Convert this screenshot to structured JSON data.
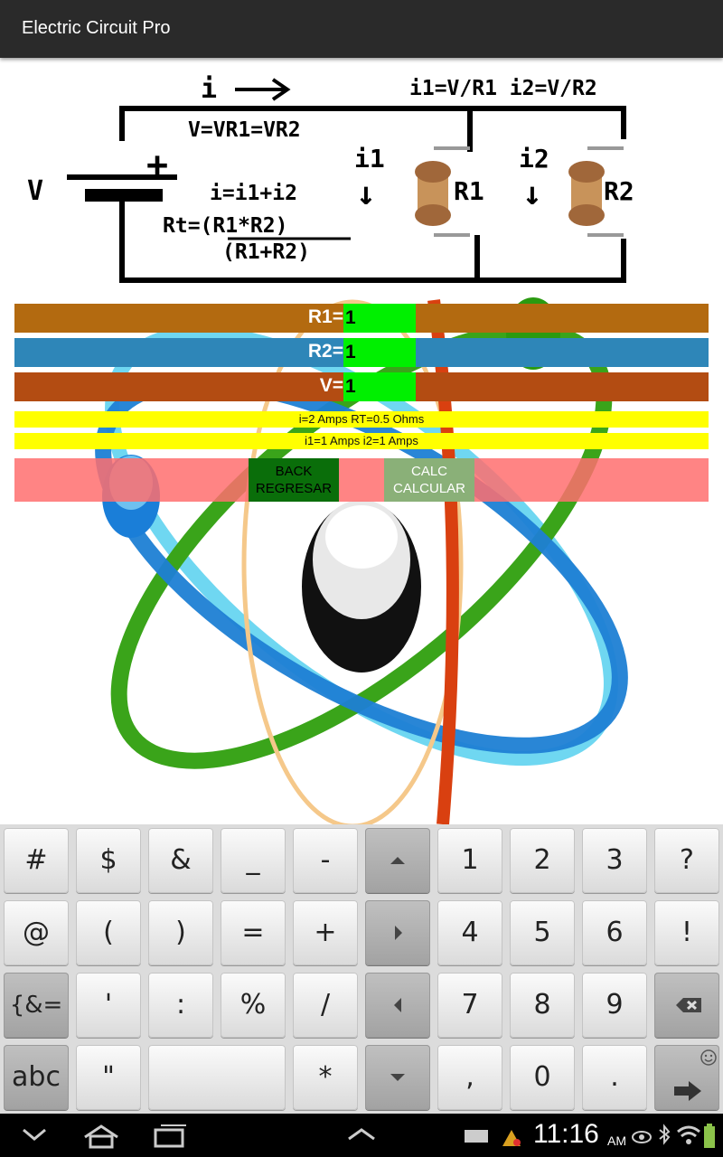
{
  "app": {
    "title": "Electric Circuit Pro"
  },
  "circuit": {
    "current_label": "i",
    "formula_currents": "i1=V/R1 i2=V/R2",
    "formula_voltage": "V=VR1=VR2",
    "voltage_label": "V",
    "plus_sign": "+",
    "formula_sum": "i=i1+i2",
    "formula_rt_num": "Rt=(R1*R2)",
    "formula_rt_den": "(R1+R2)",
    "i1_label": "i1",
    "i2_label": "i2",
    "r1_label": "R1",
    "r2_label": "R2",
    "down_arrow": "↓"
  },
  "inputs": {
    "r1": {
      "label": "R1=",
      "value": "1",
      "color": "#b36a10"
    },
    "r2": {
      "label": "R2=",
      "value": "1",
      "color": "#2e86b8"
    },
    "v": {
      "label": "V=",
      "value": "1",
      "color": "#b34c12"
    }
  },
  "results": {
    "line1": "i=2 Amps   RT=0.5 Ohms",
    "line2": "i1=1 Amps  i2=1 Amps"
  },
  "buttons": {
    "back": {
      "line1": "BACK",
      "line2": "REGRESAR"
    },
    "calc": {
      "line1": "CALC",
      "line2": "CALCULAR"
    }
  },
  "keyboard": {
    "row1": [
      "#",
      "$",
      "&",
      "_",
      "-",
      "",
      "1",
      "2",
      "3",
      "?"
    ],
    "row2": [
      "@",
      "(",
      ")",
      "=",
      "+",
      "",
      "4",
      "5",
      "6",
      "!"
    ],
    "row3": [
      "{&=",
      "'",
      ":",
      "%",
      "/",
      "",
      "7",
      "8",
      "9",
      ""
    ],
    "row4": {
      "abc": "abc",
      "quote": "\"",
      "space": "",
      "star": "*",
      "comma": ",",
      "zero": "0",
      "dot": "."
    }
  },
  "status": {
    "time": "11:16",
    "ampm": "AM"
  },
  "colors": {
    "input_bg": "#00f000",
    "result_bg": "#ffff00",
    "button_row_bg": "#ff6e6e"
  }
}
